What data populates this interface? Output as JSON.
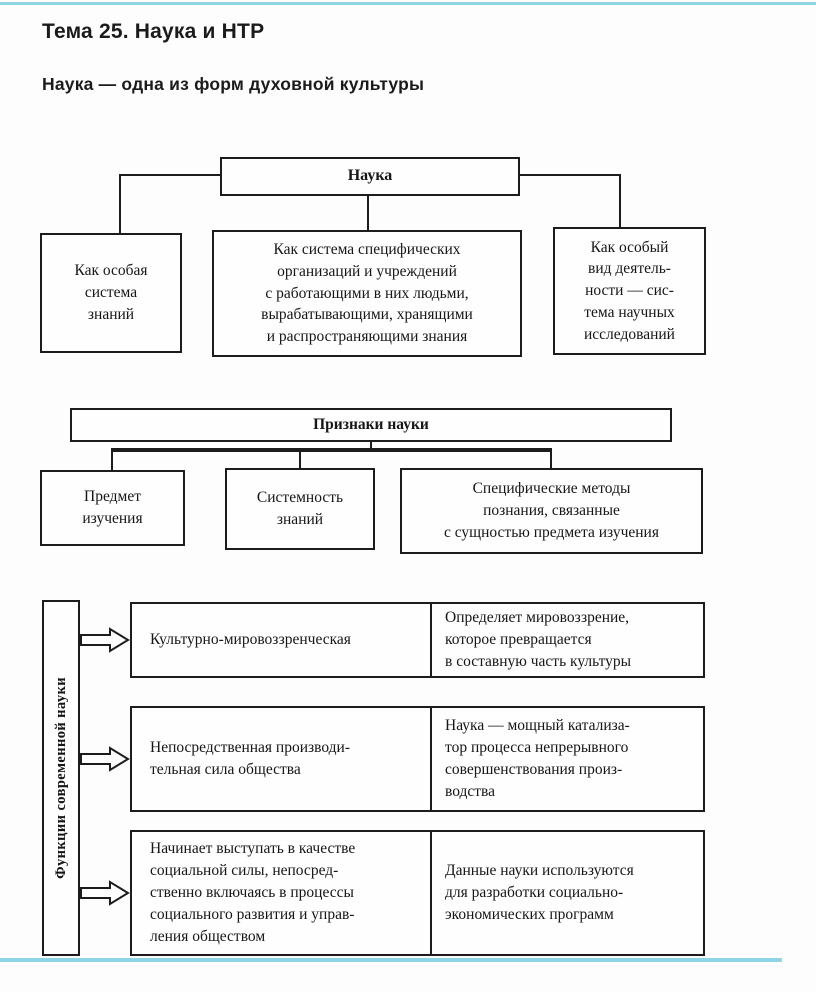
{
  "colors": {
    "accent_line": "#8ed5e5",
    "ink": "#1c1c1c",
    "paper": "#fdfdfd"
  },
  "header": {
    "title": "Тема 25. Наука и НТР",
    "subtitle": "Наука — одна из форм духовной культуры"
  },
  "science_diagram": {
    "root": "Наука",
    "children": [
      "Как особая\nсистема\nзнаний",
      "Как система специфических\nорганизаций и учреждений\nс работающими в них людьми,\nвырабатывающими, хранящими\nи распространяющими знания",
      "Как особый\nвид деятель-\nности — сис-\nтема научных\nисследований"
    ]
  },
  "signs_diagram": {
    "root": "Признаки науки",
    "children": [
      "Предмет\nизучения",
      "Системность\nзнаний",
      "Специфические методы\nпознания, связанные\nс сущностью предмета изучения"
    ]
  },
  "functions_diagram": {
    "axis_label": "Функции современной науки",
    "rows": [
      {
        "function": "Культурно-мировоззренческая",
        "description": "Определяет мировоззрение,\nкоторое превращается\nв составную часть культуры"
      },
      {
        "function": "Непосредственная производи-\nтельная сила общества",
        "description": "Наука — мощный катализа-\nтор процесса непрерывного\nсовершенствования произ-\nводства"
      },
      {
        "function": "Начинает выступать в качестве\nсоциальной силы, непосред-\nственно включаясь в процессы\nсоциального развития и управ-\nления обществом",
        "description": "Данные науки используются\nдля разработки социально-\nэкономических программ"
      }
    ]
  }
}
